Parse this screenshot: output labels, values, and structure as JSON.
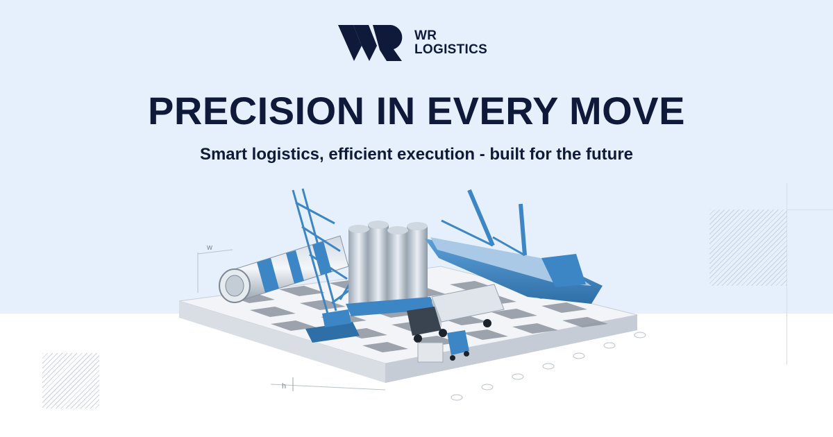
{
  "brand": {
    "name_line1": "WR",
    "name_line2": "LOGISTICS",
    "colors": {
      "navy": "#0f1a3a",
      "accent_blue": "#3d86c6",
      "background_top": "#e6f0fc"
    }
  },
  "hero": {
    "headline": "PRECISION IN EVERY MOVE",
    "subheadline": "Smart logistics, efficient execution - built for the future"
  },
  "illustration": {
    "dimension_label_width": "w",
    "dimension_label_height": "h"
  }
}
